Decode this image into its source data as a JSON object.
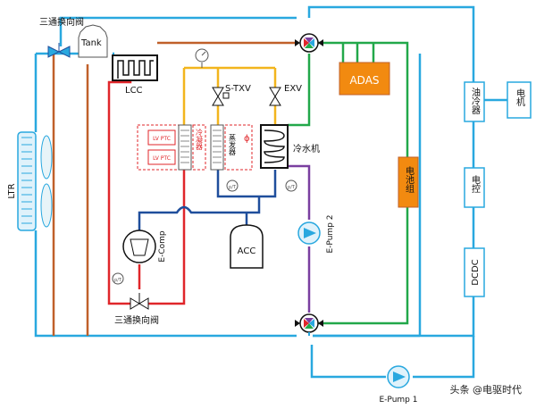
{
  "labels": {
    "valve_top": "三通换向阀",
    "tank": "Tank",
    "lcc": "LCC",
    "ltr": "LTR",
    "s_txv": "S-TXV",
    "exv": "EXV",
    "adas": "ADAS",
    "lv_ptc_1": "LV PTC",
    "lv_ptc_2": "LV PTC",
    "condenser": "冷凝器",
    "evaporator": "蒸发器",
    "chiller": "冷水机",
    "battery": "电池组",
    "oil_cooler": "油冷器",
    "motor": "电机",
    "controller": "电控",
    "dcdc": "DCDC",
    "e_comp": "E-Comp",
    "acc": "ACC",
    "e_pump_2": "E-Pump 2",
    "e_pump_1": "E-Pump 1",
    "valve_bottom": "三通换向阀",
    "sensor": "p/T",
    "watermark": "头条 @电驱时代"
  },
  "colors": {
    "coolant": "#29a8df",
    "hot_water": "#c0602a",
    "refrigerant_high": "#e0262a",
    "refrigerant_liquid": "#f2b51d",
    "refrigerant_low": "#1f4e9c",
    "battery_loop": "#22a84a",
    "pump_loop": "#7a3fa0",
    "adas_fill": "#f28a10"
  }
}
